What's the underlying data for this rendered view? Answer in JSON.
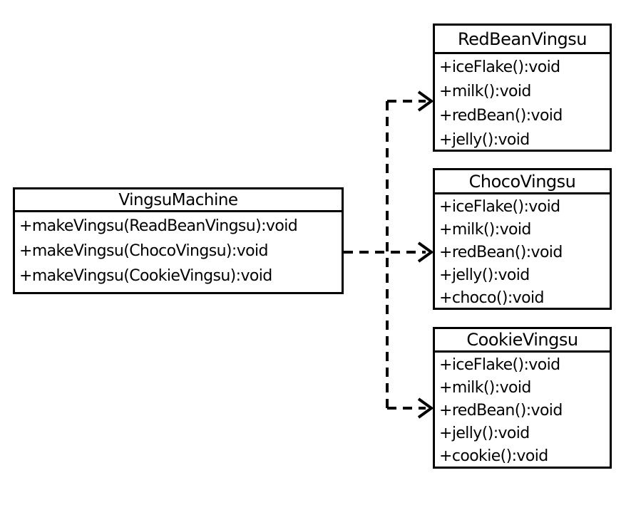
{
  "diagram": {
    "type": "uml-class-diagram",
    "colors": {
      "background": "#ffffff",
      "line": "#000000",
      "box_fill": "#ffffff"
    },
    "classes": [
      {
        "name": "VingsuMachine",
        "methods": [
          "+makeVingsu(ReadBeanVingsu):void",
          "+makeVingsu(ChocoVingsu):void",
          "+makeVingsu(CookieVingsu):void"
        ]
      },
      {
        "name": "RedBeanVingsu",
        "methods": [
          "+iceFlake():void",
          "+milk():void",
          "+redBean():void",
          "+jelly():void"
        ]
      },
      {
        "name": "ChocoVingsu",
        "methods": [
          "+iceFlake():void",
          "+milk():void",
          "+redBean():void",
          "+jelly():void",
          "+choco():void"
        ]
      },
      {
        "name": "CookieVingsu",
        "methods": [
          "+iceFlake():void",
          "+milk():void",
          "+redBean():void",
          "+jelly():void",
          "+cookie():void"
        ]
      }
    ],
    "relations": [
      {
        "from": "VingsuMachine",
        "to": "RedBeanVingsu",
        "type": "dependency",
        "line_style": "dashed",
        "arrowhead": "open"
      },
      {
        "from": "VingsuMachine",
        "to": "ChocoVingsu",
        "type": "dependency",
        "line_style": "dashed",
        "arrowhead": "open"
      },
      {
        "from": "VingsuMachine",
        "to": "CookieVingsu",
        "type": "dependency",
        "line_style": "dashed",
        "arrowhead": "open"
      }
    ]
  }
}
